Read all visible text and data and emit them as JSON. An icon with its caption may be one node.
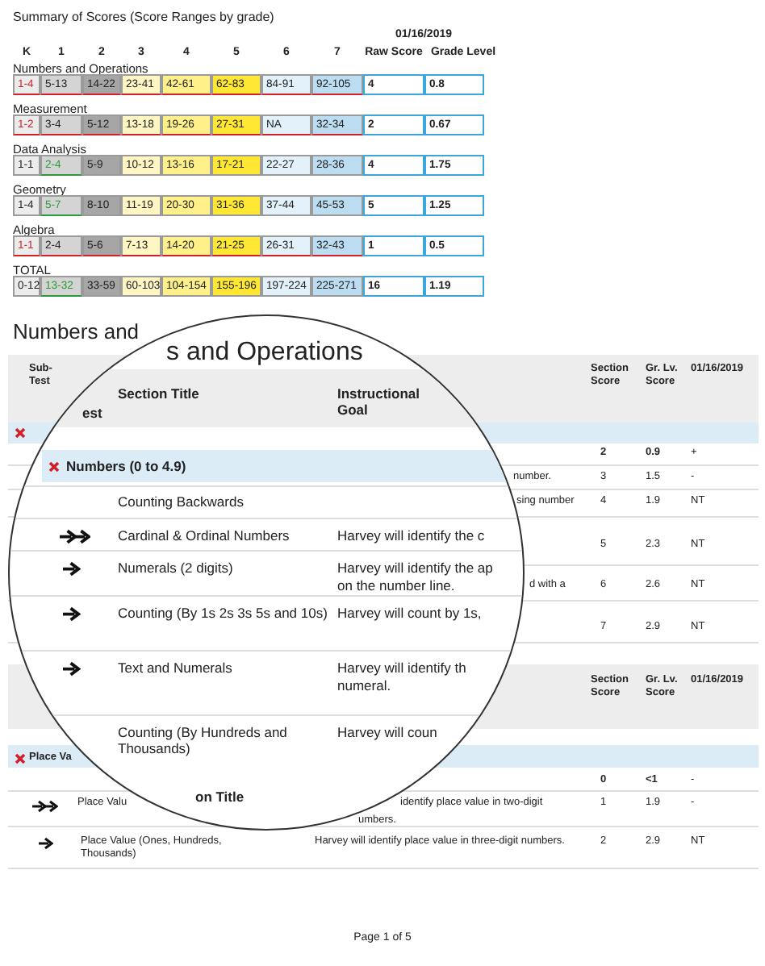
{
  "diagram": {
    "labels": [
      "Summary of Scores (Score Ranges by grade)",
      "01/16/2019",
      "K",
      "1",
      "2",
      "3",
      "4",
      "5",
      "6",
      "7",
      "Raw Score",
      "Grade Level",
      "Numbers and Operations",
      "1-4",
      "5-13",
      "14-22",
      "23-41",
      "42-61",
      "62-83",
      "84-91",
      "92-105",
      "4",
      "0.8",
      "Measurement",
      "1-2",
      "3-4",
      "5-12",
      "13-18",
      "19-26",
      "27-31",
      "NA",
      "32-34",
      "2",
      "0.67",
      "Data Analysis",
      "1-1",
      "2-4",
      "5-9",
      "10-12",
      "13-16",
      "17-21",
      "22-27",
      "28-36",
      "4",
      "1.75",
      "Geometry",
      "1-4",
      "5-7",
      "8-10",
      "11-19",
      "20-30",
      "31-36",
      "37-44",
      "45-53",
      "5",
      "1.25",
      "Algebra",
      "1-1",
      "2-4",
      "5-6",
      "7-13",
      "14-20",
      "21-25",
      "26-31",
      "32-43",
      "1",
      "0.5",
      "TOTAL",
      "0-12",
      "13-32",
      "33-59",
      "60-103",
      "104-154",
      "155-196",
      "197-224",
      "225-271",
      "16",
      "1.19",
      "Numbers and",
      "Sub-Test",
      "Section Score",
      "Gr. Lv. Score",
      "01/16/2019",
      "2",
      "0.9",
      "+",
      "number.",
      "3",
      "1.5",
      "-",
      "sing number",
      "4",
      "1.9",
      "NT",
      "5",
      "2.3",
      "NT",
      "d with a",
      "6",
      "2.6",
      "NT",
      "7",
      "2.9",
      "NT",
      "Section Score",
      "Gr. Lv. Score",
      "01/16/2019",
      "Place Va",
      "0",
      "<1",
      "-",
      "Place Valu",
      "identify place value in two-digit",
      "umbers.",
      "1",
      "1.9",
      "-",
      "Place Value (Ones, Hundreds, Thousands)",
      "Harvey will identify place value in three-digit numbers.",
      "2",
      "2.9",
      "NT",
      "s and Operations",
      "est",
      "Section Title",
      "Instructional Goal",
      "Numbers (0 to 4.9)",
      "Counting Backwards",
      "Cardinal & Ordinal Numbers",
      "Harvey will identify the c",
      "Numerals (2 digits)",
      "Harvey will identify the ap",
      "on the number line.",
      "Counting (By 1s 2s 3s 5s and 10s)",
      "Harvey will count by 1s,",
      "Text and Numerals",
      "Harvey will identify th",
      "numeral.",
      "Counting (By Hundreds and Thousands)",
      "Harvey will coun",
      "on Title",
      "Page 1 of 5"
    ]
  }
}
